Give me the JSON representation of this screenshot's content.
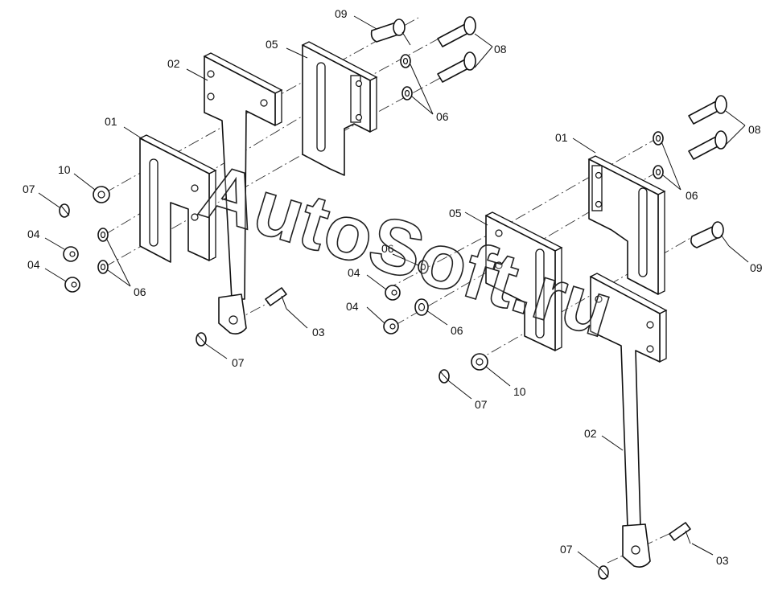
{
  "watermark": "AutoSoft.ru",
  "labels": {
    "l01": "01",
    "l02": "02",
    "l05": "05",
    "l09": "09",
    "l08a": "08",
    "l06a": "06",
    "l10a": "10",
    "l07a": "07",
    "l04a": "04",
    "l04b": "04",
    "l06b": "06",
    "l07b": "07",
    "l03a": "03",
    "r01": "01",
    "r08": "08",
    "r06a": "06",
    "r05": "05",
    "r06b": "06",
    "r04a": "04",
    "r04b": "04",
    "r06c": "06",
    "r09": "09",
    "r10": "10",
    "r07a": "07",
    "r02": "02",
    "r07b": "07",
    "r03": "03"
  }
}
